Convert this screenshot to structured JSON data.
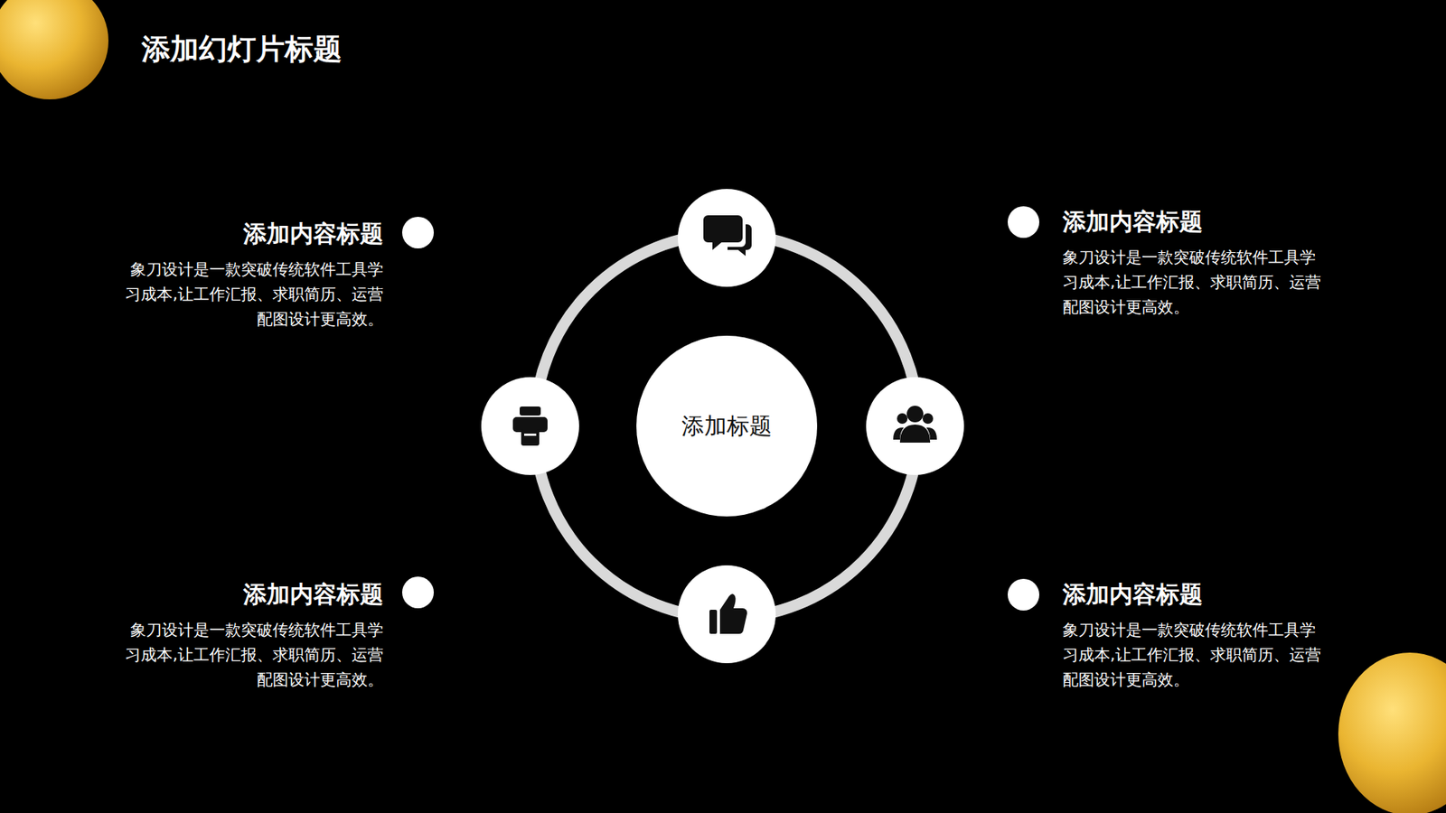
{
  "diagram": {
    "title": "添加幻灯片标题",
    "nodes": [
      {
        "text": [
          "添加内容标题",
          "象刀设计是一款突破传统软件工具学习成本,让工作汇报、求职简历、运营配图设计更高效。"
        ]
      },
      {
        "text": [
          "添加内容标题",
          "象刀设计是一款突破传统软件工具学习成本,让工作汇报、求职简历、运营配图设计更高效。"
        ]
      },
      {
        "text": [
          "添加标题"
        ]
      },
      {
        "text": [
          "添加内容标题",
          "象刀设计是一款突破传统软件工具学习成本,让工作汇报、求职简历、运营配图设计更高效。"
        ]
      },
      {
        "text": [
          "添加内容标题",
          "象刀设计是一款突破传统软件工具学习成本,让工作汇报、求职简历、运营配图设计更高效。"
        ]
      }
    ]
  }
}
